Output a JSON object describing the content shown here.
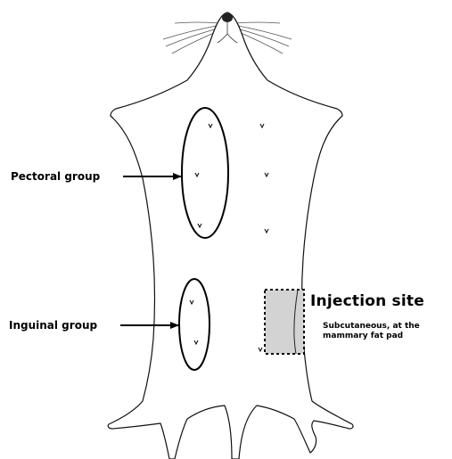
{
  "labels": {
    "pectoral_group": "Pectoral group",
    "inguinal_group": "Inguinal group",
    "injection_site_title": "Injection site",
    "injection_site_detail": "Subcutaneous, at the mammary fat pad"
  },
  "colors": {
    "outline": "#000000",
    "injection_fill": "#d3d3d3",
    "background": "#ffffff"
  },
  "icons": {
    "body": "mouse-outline-ventral-view",
    "nipple": "nipple-mark-icon",
    "pointer": "right-arrow-icon"
  }
}
